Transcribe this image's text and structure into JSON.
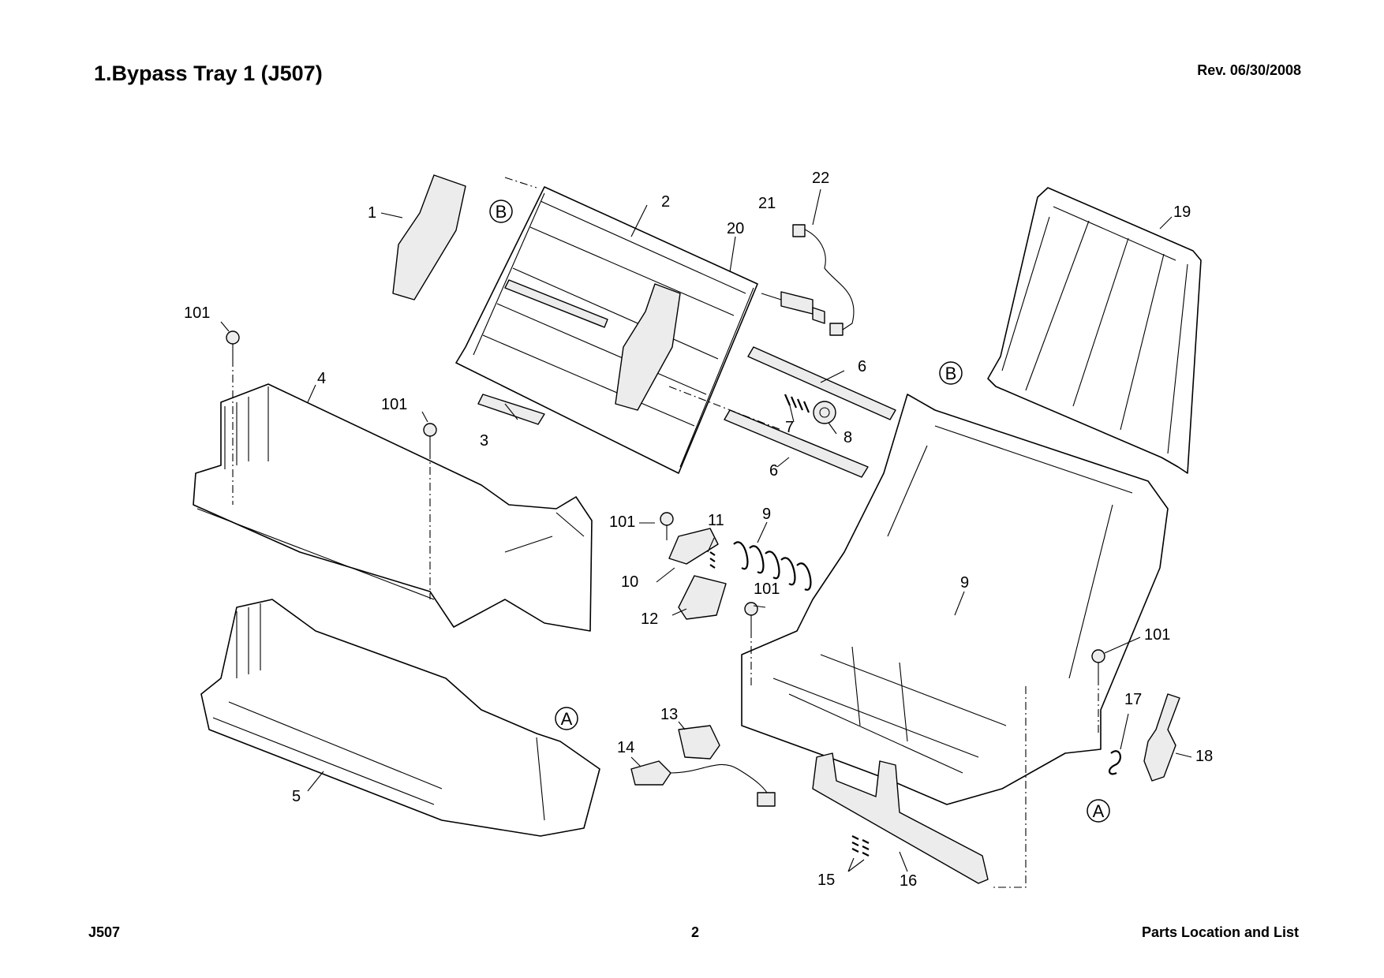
{
  "header": {
    "title": "1.Bypass Tray 1 (J507)",
    "revision": "Rev. 06/30/2008"
  },
  "footer": {
    "model": "J507",
    "page_number": "2",
    "section": "Parts  Location and List"
  },
  "diagram": {
    "callouts": {
      "c1": "1",
      "c2": "2",
      "c3": "3",
      "c4": "4",
      "c5": "5",
      "c6a": "6",
      "c6b": "6",
      "c7": "7",
      "c8": "8",
      "c9a": "9",
      "c9b": "9",
      "c10": "10",
      "c11": "11",
      "c12": "12",
      "c13": "13",
      "c14": "14",
      "c15": "15",
      "c16": "16",
      "c17": "17",
      "c18": "18",
      "c19": "19",
      "c20": "20",
      "c21": "21",
      "c22": "22",
      "c101a": "101",
      "c101b": "101",
      "c101c": "101",
      "c101d": "101",
      "c101e": "101"
    },
    "reference_marks": {
      "b_top": "B",
      "b_right": "B",
      "a_left": "A",
      "a_right": "A"
    }
  }
}
